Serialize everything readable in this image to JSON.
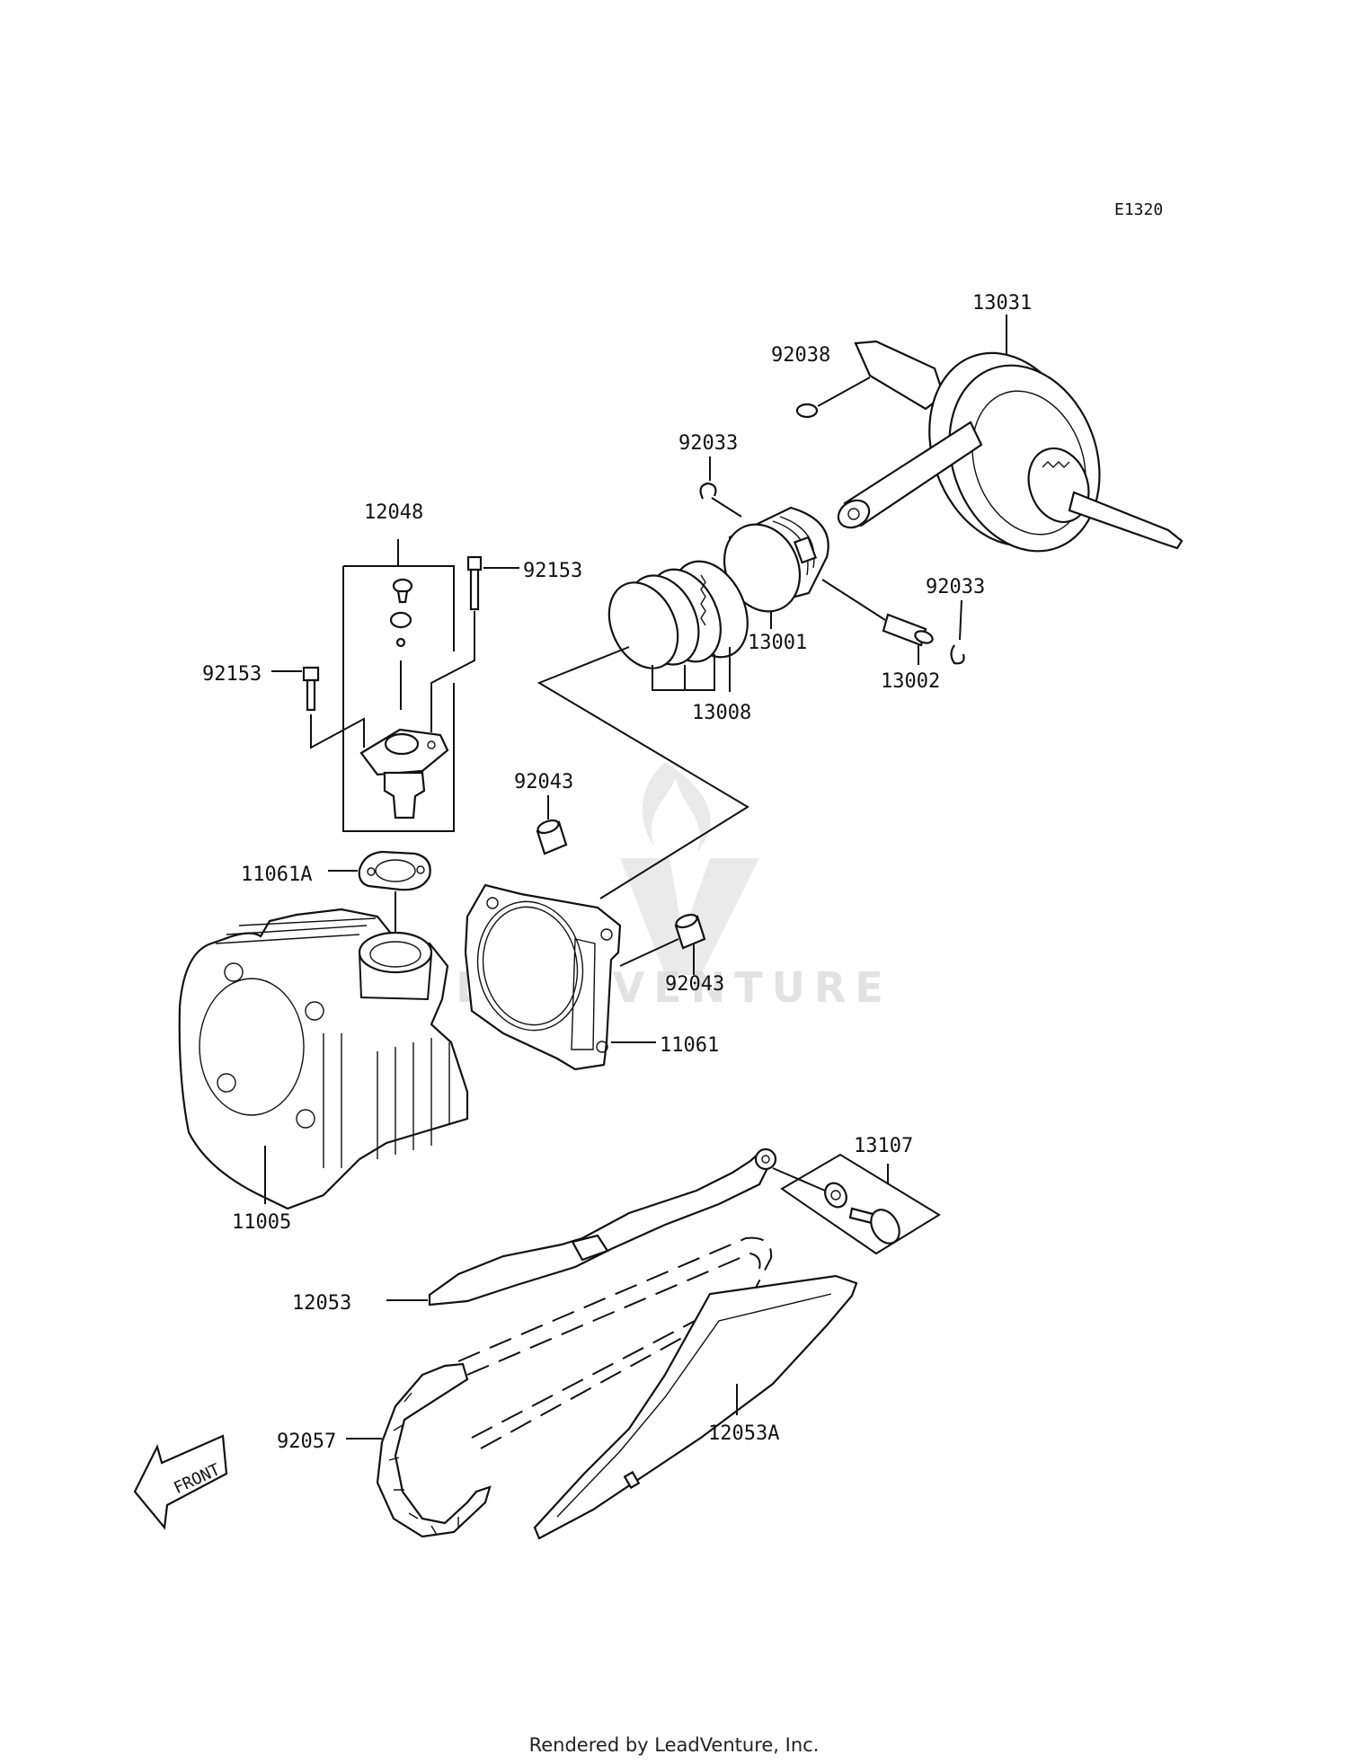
{
  "diagram_code": "E1320",
  "watermark": "LEADVENTURE",
  "footer": "Rendered by LeadVenture, Inc.",
  "front_label": "FRONT",
  "callouts": {
    "c13031": "13031",
    "c92038": "92038",
    "c92033a": "92033",
    "c92033b": "92033",
    "c12048": "12048",
    "c92153a": "92153",
    "c92153b": "92153",
    "c13001": "13001",
    "c13002": "13002",
    "c13008": "13008",
    "c92043a": "92043",
    "c92043b": "92043",
    "c11061A": "11061A",
    "c11061": "11061",
    "c11005": "11005",
    "c13107": "13107",
    "c12053": "12053",
    "c12053A": "12053A",
    "c92057": "92057"
  }
}
